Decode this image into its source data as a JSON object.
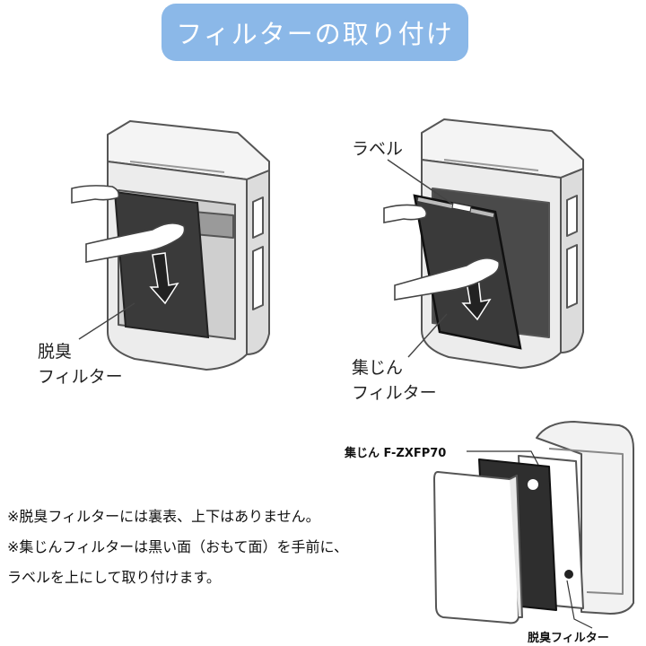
{
  "title": "フィルターの取り付け",
  "step1": {
    "label_line1": "脱臭",
    "label_line2": "フィルター"
  },
  "step2": {
    "label_top": "ラベル",
    "label_line1": "集じん",
    "label_line2": "フィルター"
  },
  "exploded": {
    "label_top": "集じん F-ZXFP70",
    "label_bottom": "脱臭フィルター"
  },
  "notes": [
    "※脱臭フィルターには裏表、上下はありません。",
    "※集じんフィルターは黒い面（おもて面）を手前に、",
    "ラベルを上にして取り付けます。"
  ],
  "colors": {
    "accent": "#8bb8e8",
    "filter_dark": "#3a3a3a",
    "outline": "#555555"
  }
}
